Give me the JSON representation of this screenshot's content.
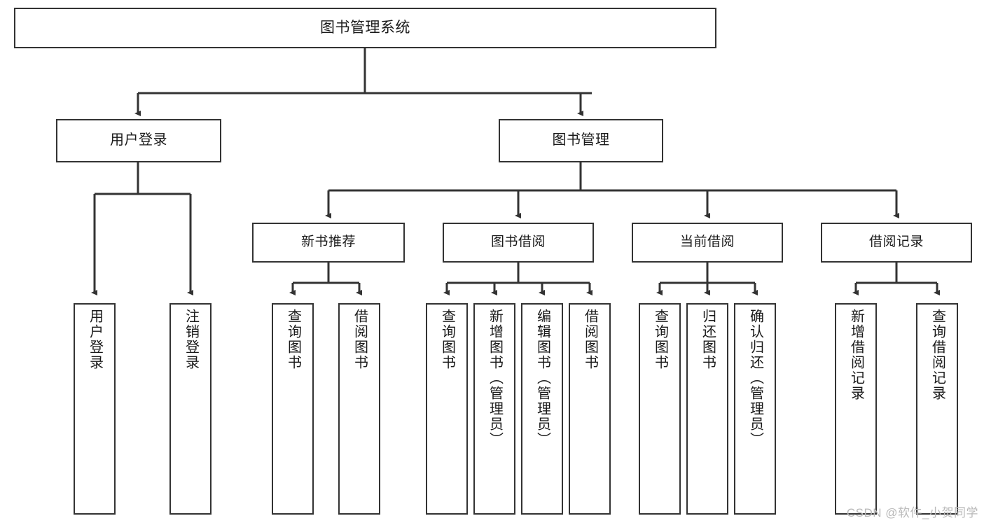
{
  "diagram": {
    "title": "图书管理系统",
    "watermark": "CSDN @软件_小贺同学",
    "colors": {
      "background": "#ffffff",
      "stroke": "#333333",
      "text": "#1a1a1a",
      "watermark": "#b9b9b9"
    },
    "nodes": {
      "root": {
        "label": "图书管理系统",
        "level": 0
      },
      "l1": [
        {
          "id": "user-login",
          "label": "用户登录"
        },
        {
          "id": "book-management",
          "label": "图书管理"
        }
      ],
      "l2": [
        {
          "id": "new-book-recommend",
          "label": "新书推荐"
        },
        {
          "id": "book-borrow",
          "label": "图书借阅"
        },
        {
          "id": "current-borrow",
          "label": "当前借阅"
        },
        {
          "id": "borrow-record",
          "label": "借阅记录"
        }
      ],
      "leaves": {
        "user-login": [
          {
            "id": "leaf-user-login",
            "label": "用户登录"
          },
          {
            "id": "leaf-logout-login",
            "label": "注销登录"
          }
        ],
        "new-book-recommend": [
          {
            "id": "leaf-query-book-1",
            "label": "查询图书"
          },
          {
            "id": "leaf-borrow-book-1",
            "label": "借阅图书"
          }
        ],
        "book-borrow": [
          {
            "id": "leaf-query-book-2",
            "label": "查询图书"
          },
          {
            "id": "leaf-add-book",
            "label": "新增图书（管理员）"
          },
          {
            "id": "leaf-edit-book",
            "label": "编辑图书（管理员）"
          },
          {
            "id": "leaf-borrow-book-2",
            "label": "借阅图书"
          }
        ],
        "current-borrow": [
          {
            "id": "leaf-query-book-3",
            "label": "查询图书"
          },
          {
            "id": "leaf-return-book",
            "label": "归还图书"
          },
          {
            "id": "leaf-confirm-return",
            "label": "确认归还（管理员）"
          }
        ],
        "borrow-record": [
          {
            "id": "leaf-add-record",
            "label": "新增借阅记录"
          },
          {
            "id": "leaf-query-record",
            "label": "查询借阅记录"
          }
        ]
      }
    }
  }
}
